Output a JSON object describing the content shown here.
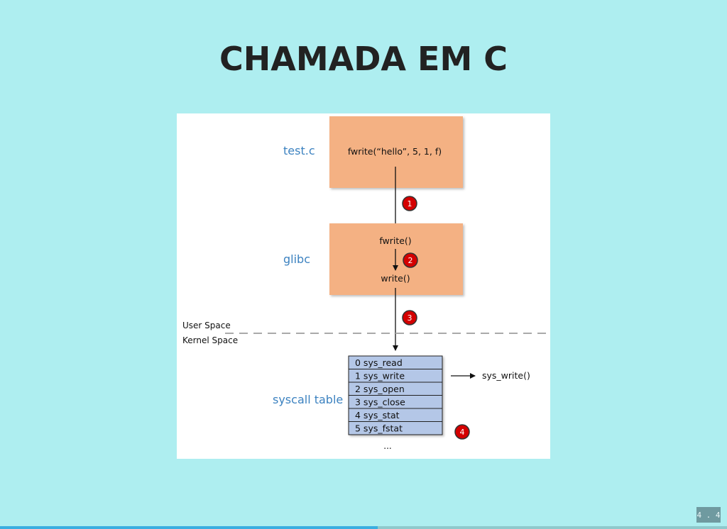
{
  "slide": {
    "title": "CHAMADA EM C",
    "number": "4 . 4",
    "progress": 0.52
  },
  "diagram": {
    "source_label": "test.c",
    "source_code": "fwrite(“hello”, 5, 1, f)",
    "library_label": "glibc",
    "library_fn_top": "fwrite()",
    "library_fn_bottom": "write()",
    "boundary_user": "User Space",
    "boundary_kernel": "Kernel Space",
    "table_label": "syscall table",
    "table_rows": [
      "0 sys_read",
      "1 sys_write",
      "2 sys_open",
      "3 sys_close",
      "4 sys_stat",
      "5 sys_fstat"
    ],
    "table_ellipsis": "...",
    "target_fn": "sys_write()",
    "steps": [
      "1",
      "2",
      "3",
      "4"
    ],
    "colors": {
      "box_fill": "#f4b183",
      "table_fill": "#b4c7e7",
      "badge": "#d40000",
      "blue_label": "#3c82c0"
    }
  }
}
